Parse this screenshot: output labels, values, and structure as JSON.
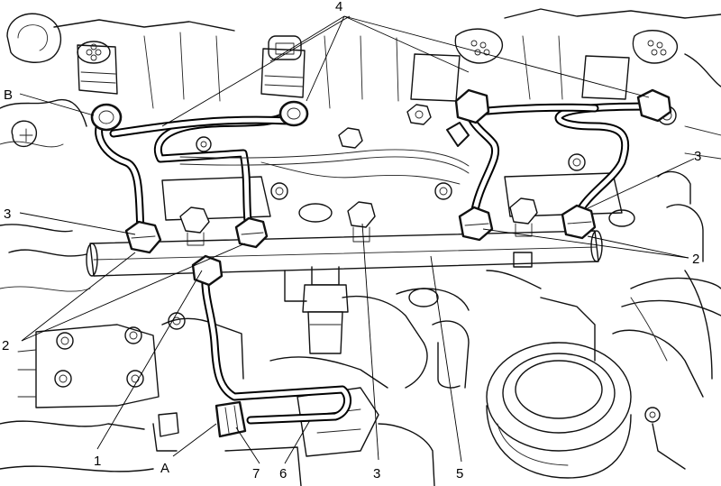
{
  "labels": {
    "l1": "1",
    "l2a": "2",
    "l2b": "2",
    "l3a": "3",
    "l3b": "3",
    "l3c": "3",
    "l4": "4",
    "l5": "5",
    "l6": "6",
    "l7": "7",
    "lA": "A",
    "lB": "B"
  }
}
